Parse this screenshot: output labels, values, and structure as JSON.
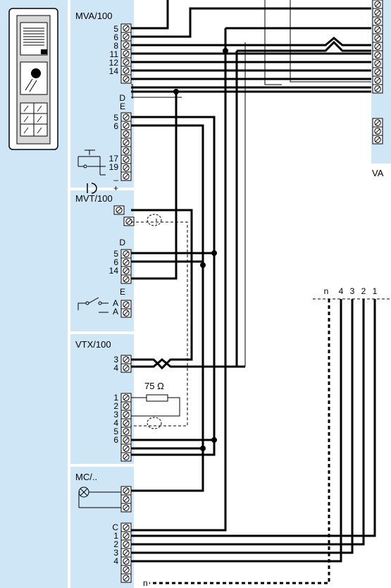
{
  "modules": {
    "mva": {
      "title": "MVA/100",
      "terminals_top": [
        "5",
        "6",
        "8",
        "11",
        "12",
        "14"
      ],
      "sep_d": "D",
      "sep_e": "E",
      "terminals_bottom": [
        "5",
        "6",
        "17",
        "19",
        "–",
        "+"
      ]
    },
    "mvt": {
      "title": "MVT/100",
      "sep_d": "D",
      "terminals": [
        "5",
        "6",
        "14"
      ],
      "sep_e": "E",
      "terminals_e": [
        "A",
        "A"
      ]
    },
    "vtx": {
      "title": "VTX/100",
      "terminals_top": [
        "3",
        "4"
      ],
      "resistor_label": "75 Ω",
      "terminals_bottom": [
        "1",
        "2",
        "3",
        "4",
        "5",
        "6"
      ]
    },
    "mc": {
      "title": "MC/..",
      "terminals": [
        "C",
        "1",
        "2",
        "3",
        "4"
      ]
    }
  },
  "right_side": {
    "va_label": "VA",
    "bus_labels": [
      "n",
      "4",
      "3",
      "2",
      "1"
    ],
    "bottom_n_label": "n"
  },
  "colors": {
    "panel_blue": "#cfe6f7",
    "white": "#ffffff",
    "wire": "#000000"
  },
  "icons": [
    "door-panel-icon",
    "push-button-icon",
    "lock-release-icon",
    "door-contact-icon",
    "lamp-icon",
    "resistor-icon",
    "terminal-screw-icon"
  ]
}
